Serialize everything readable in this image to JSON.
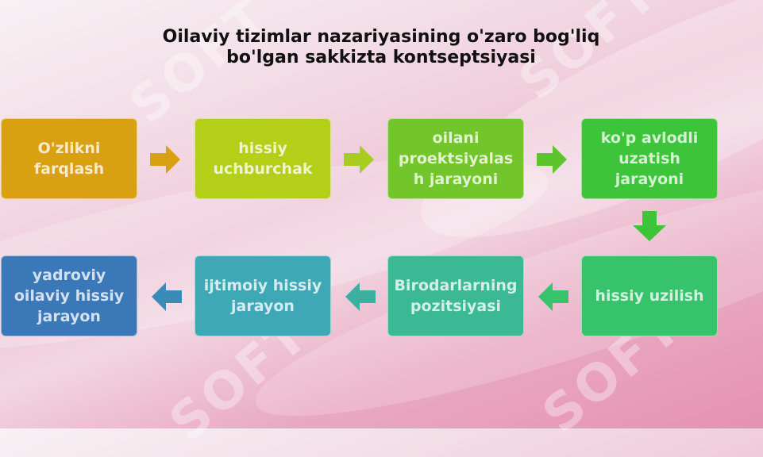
{
  "title_lines": [
    "Oilaviy tizimlar nazariyasining o'zaro bog'liq",
    "bo'lgan sakkizta kontseptsiyasi"
  ],
  "steps": [
    {
      "lines": [
        "O'zlikni",
        "farqlash"
      ],
      "color": "#d9a012"
    },
    {
      "lines": [
        "hissiy",
        "uchburchak"
      ],
      "color": "#b3cf18"
    },
    {
      "lines": [
        "oilani",
        "proektsiyalas",
        "h jarayoni"
      ],
      "color": "#72c52a"
    },
    {
      "lines": [
        "ko'p avlodli",
        "uzatish",
        "jarayoni"
      ],
      "color": "#3ec43a"
    },
    {
      "lines": [
        "hissiy uzilish"
      ],
      "color": "#36c36b"
    },
    {
      "lines": [
        "Birodarlarning",
        "pozitsiyasi"
      ],
      "color": "#3bb894"
    },
    {
      "lines": [
        "ijtimoiy hissiy",
        "jarayon"
      ],
      "color": "#3fa8b6"
    },
    {
      "lines": [
        "yadroviy",
        "oilaviy hissiy",
        "jarayon"
      ],
      "color": "#3a78b8"
    }
  ],
  "arrow_colors": [
    "#d9a012",
    "#a8cc20",
    "#5cc52c",
    "#3ec43a",
    "#36c36b",
    "#3cb0a0",
    "#3a8cb8"
  ]
}
